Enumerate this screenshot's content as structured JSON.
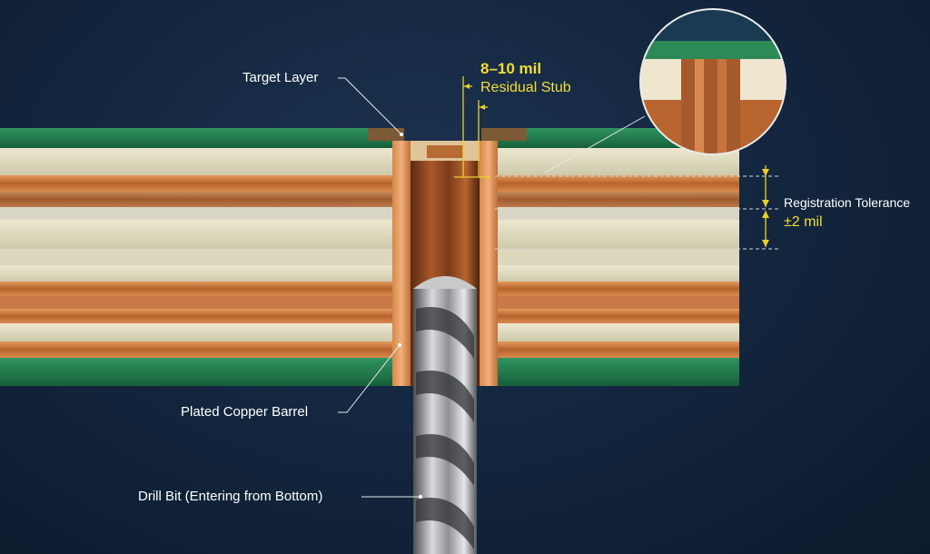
{
  "labels": {
    "target_layer": "Target Layer",
    "stub_value": "8–10 mil",
    "stub_label": "Residual Stub",
    "registration_label": "Registration Tolerance",
    "registration_value": "±2 mil",
    "plated_barrel": "Plated Copper Barrel",
    "drill_bit": "Drill Bit (Entering from Bottom)"
  },
  "colors": {
    "background": "#142740",
    "solder_mask": "#1f7a4a",
    "copper": "#c8763f",
    "laminate": "#e7e2c9",
    "annotation_yellow": "#f2dd3a",
    "leader_line": "#e8e8e8"
  }
}
